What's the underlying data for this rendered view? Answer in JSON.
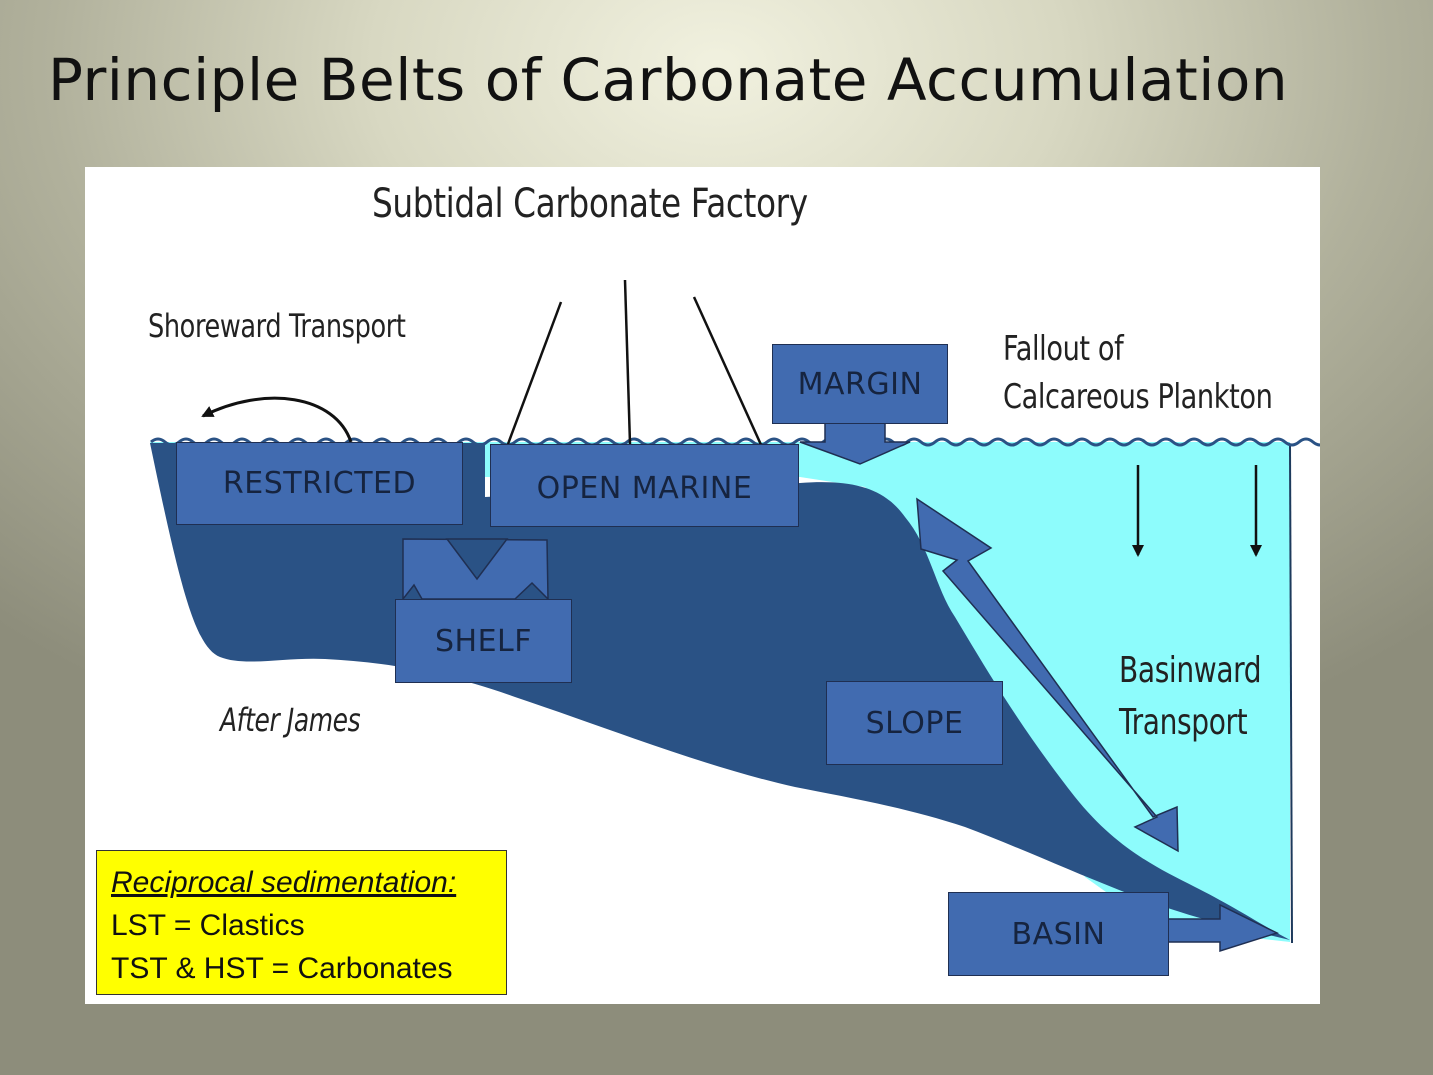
{
  "slide": {
    "title": "Principle Belts of Carbonate Accumulation"
  },
  "diagram": {
    "factory_label": "Subtidal  Carbonate Factory",
    "shoreward_label": "Shoreward Transport",
    "fallout_line1": "Fallout of",
    "fallout_line2": "Calcareous Plankton",
    "basinward_line1": "Basinward",
    "basinward_line2": "Transport",
    "credit": "After James",
    "zones": {
      "restricted": "RESTRICTED",
      "open_marine": "OPEN MARINE",
      "margin": "MARGIN",
      "shelf": "SHELF",
      "slope": "SLOPE",
      "basin": "BASIN"
    },
    "callout": {
      "heading": "Reciprocal sedimentation:",
      "line1": "LST = Clastics",
      "line2": "TST & HST = Carbonates"
    },
    "colors": {
      "water": "#8dfcfc",
      "sediment": "#2a5285",
      "zone_box": "#416bb0",
      "callout_bg": "#ffff00"
    }
  }
}
